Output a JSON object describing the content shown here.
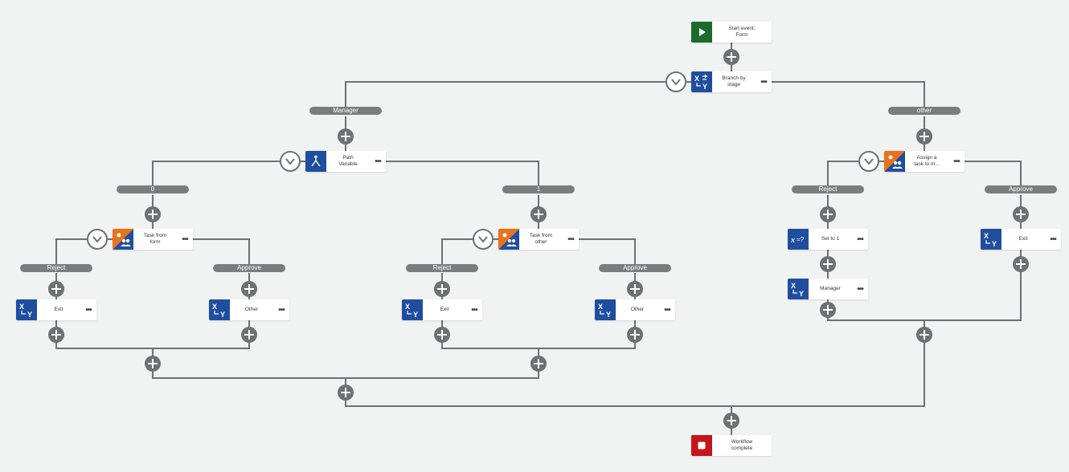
{
  "nodes": {
    "start": "Start event:\nForm",
    "branch_by_stage": "Branch by\nstage",
    "path_variable": "Path\nVariable",
    "task_from_form": "Task from\nform",
    "task_from_other": "Task from\nother",
    "assign_task": "Assign a\ntask to m...",
    "exit_1": "Exit",
    "other_1": "Other",
    "exit_2": "Exit",
    "other_2": "Other",
    "set_to_1": "Set to 1",
    "manager": "Manager",
    "exit_3": "Exit",
    "complete": "Workflow\ncomplete"
  },
  "branches": {
    "manager": "Manager",
    "other": "other",
    "zero": "0",
    "one": "1",
    "reject_1": "Reject",
    "approve_1": "Approve",
    "reject_2": "Reject",
    "approve_2": "Approve",
    "reject_3": "Reject",
    "approve_3": "Approve"
  },
  "more_label": "•••",
  "colors": {
    "connector": "#6e7074",
    "branch_pill": "#7a7c80",
    "action_blue": "#1f4e9e",
    "task_orange": "#e8731e",
    "start_green": "#1b6b2c",
    "end_red": "#c4161c",
    "canvas": "#f1f2f2"
  },
  "icons": {
    "start": "play-icon",
    "branch_by_stage": "branch-stage-icon",
    "path_variable": "path-split-icon",
    "task": "task-people-icon",
    "exit": "xy-branch-icon",
    "set_variable": "set-variable-icon",
    "complete": "stop-icon"
  }
}
